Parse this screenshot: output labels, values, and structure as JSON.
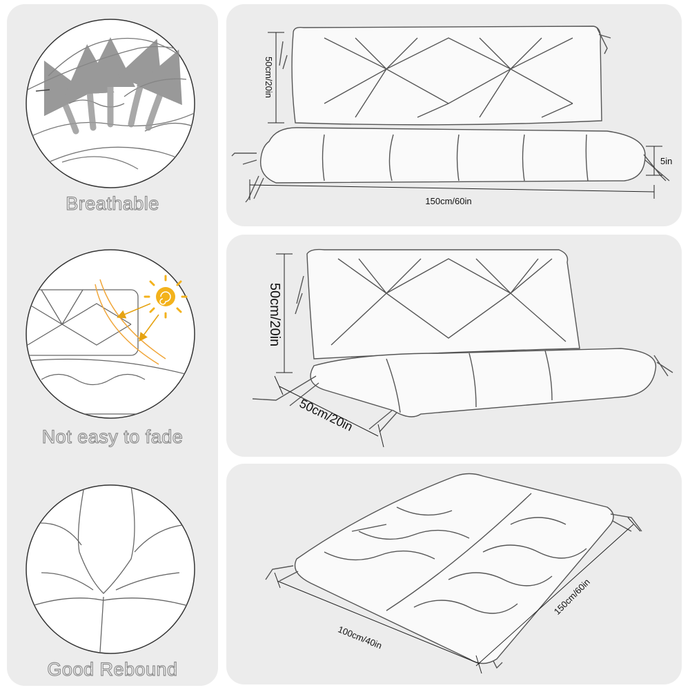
{
  "features": [
    {
      "label": "Breathable"
    },
    {
      "label": "Not easy to fade"
    },
    {
      "label": "Good Rebound"
    }
  ],
  "dimensions": {
    "top": {
      "height": "50cm/20in",
      "width": "150cm/60in",
      "thickness": "5in"
    },
    "middle": {
      "height": "50cm/20in",
      "depth": "50cm/20in"
    },
    "bottom": {
      "width": "100cm/40in",
      "length": "150cm/60in"
    }
  },
  "colors": {
    "panel": "#ececec",
    "sun": "#f3b21c",
    "stroke": "#555555"
  }
}
